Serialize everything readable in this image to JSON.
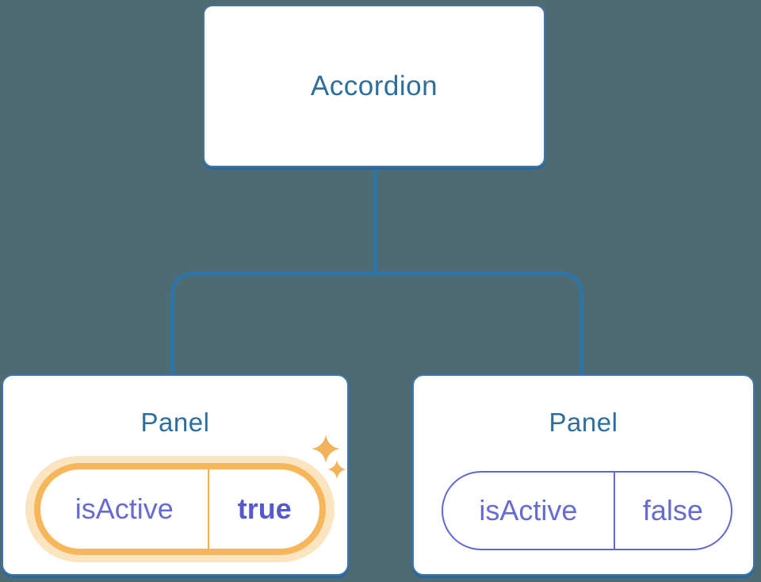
{
  "tree": {
    "root": {
      "label": "Accordion"
    },
    "panels": [
      {
        "label": "Panel",
        "highlighted": true,
        "prop": {
          "name": "isActive",
          "value": "true"
        }
      },
      {
        "label": "Panel",
        "highlighted": false,
        "prop": {
          "name": "isActive",
          "value": "false"
        }
      }
    ]
  },
  "icons": {
    "sparkle": "sparkle-icon"
  },
  "colors": {
    "bg": "#4E6A72",
    "line": "#2E76A8",
    "box_border": "#3E76A8",
    "box_border_bottom": "#2D6799",
    "heading": "#2E6E9E",
    "prop": "#666BD3",
    "prop_value_active": "#5558CE",
    "pill_border_inactive": "#6268D2",
    "highlight": "#F8B65A",
    "highlight_glow": "#FAE5C0",
    "highlight_divider": "#F3AE54",
    "sparkle": "#F3B159"
  }
}
